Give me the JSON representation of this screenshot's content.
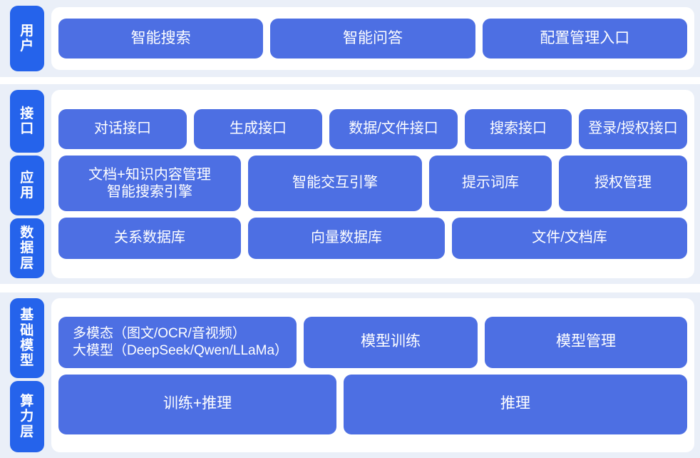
{
  "theme": {
    "page_background": "#ffffff",
    "band_background": "#eaeff8",
    "panel_background": "#ffffff",
    "tab_color": "#2563eb",
    "card_color": "#4d6fe3",
    "text_color": "#ffffff"
  },
  "sections": [
    {
      "id": "user",
      "tabs": [
        {
          "label": "用户",
          "chars": [
            "用",
            "户"
          ]
        }
      ],
      "rows": [
        {
          "cards": [
            {
              "text": "智能搜索"
            },
            {
              "text": "智能问答"
            },
            {
              "text": "配置管理入口"
            }
          ]
        }
      ]
    },
    {
      "id": "middle",
      "tabs": [
        {
          "label": "接口",
          "chars": [
            "接",
            "口"
          ]
        },
        {
          "label": "应用",
          "chars": [
            "应",
            "用"
          ]
        },
        {
          "label": "数据层",
          "chars": [
            "数",
            "据",
            "层"
          ]
        }
      ],
      "rows": [
        {
          "cards": [
            {
              "text": "对话接口"
            },
            {
              "text": "生成接口"
            },
            {
              "text": "数据/文件接口"
            },
            {
              "text": "搜索接口"
            },
            {
              "text": "登录/授权接口"
            }
          ]
        },
        {
          "cards": [
            {
              "line1": "文档+知识内容管理",
              "line2": "智能搜索引擎"
            },
            {
              "text": "智能交互引擎"
            },
            {
              "text": "提示词库"
            },
            {
              "text": "授权管理"
            }
          ]
        },
        {
          "cards": [
            {
              "text": "关系数据库"
            },
            {
              "text": "向量数据库"
            },
            {
              "text": "文件/文档库"
            }
          ]
        }
      ]
    },
    {
      "id": "infra",
      "tabs": [
        {
          "label": "基础模型",
          "chars": [
            "基",
            "础",
            "模",
            "型"
          ]
        },
        {
          "label": "算力层",
          "chars": [
            "算",
            "力",
            "层"
          ]
        }
      ],
      "rows": [
        {
          "cards": [
            {
              "line1": "多模态（图文/OCR/音视频）",
              "line2": "大模型（DeepSeek/Qwen/LLaMa）"
            },
            {
              "text": "模型训练"
            },
            {
              "text": "模型管理"
            }
          ]
        },
        {
          "cards": [
            {
              "text": "训练+推理"
            },
            {
              "text": "推理"
            }
          ]
        }
      ]
    }
  ]
}
